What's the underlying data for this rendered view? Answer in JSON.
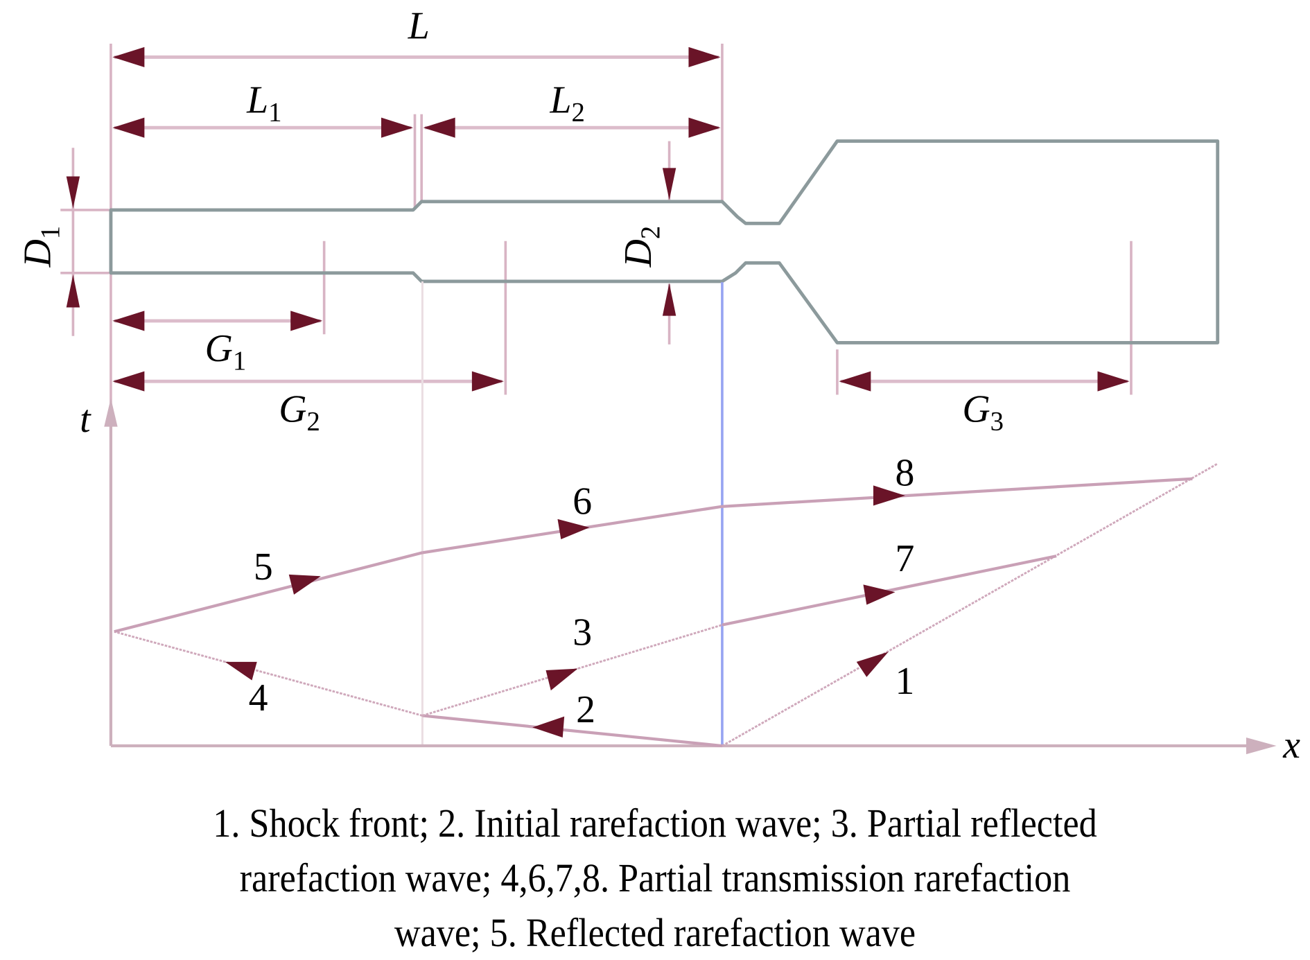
{
  "figure": {
    "dimension_labels": {
      "L": {
        "main": "L",
        "sub": ""
      },
      "L1": {
        "main": "L",
        "sub": "1"
      },
      "L2": {
        "main": "L",
        "sub": "2"
      },
      "D1": {
        "main": "D",
        "sub": "1"
      },
      "D2": {
        "main": "D",
        "sub": "2"
      },
      "G1": {
        "main": "G",
        "sub": "1"
      },
      "G2": {
        "main": "G",
        "sub": "2"
      },
      "G3": {
        "main": "G",
        "sub": "3"
      }
    },
    "axes": {
      "t_label": "t",
      "x_label": "x"
    },
    "waves": [
      {
        "id": "1",
        "label": "1",
        "name": "Shock front",
        "direction": "right"
      },
      {
        "id": "2",
        "label": "2",
        "name": "Initial rarefaction wave",
        "direction": "left"
      },
      {
        "id": "3",
        "label": "3",
        "name": "Partial reflected rarefaction wave",
        "direction": "right"
      },
      {
        "id": "4",
        "label": "4",
        "name": "Partial transmission rarefaction wave",
        "direction": "left"
      },
      {
        "id": "5",
        "label": "5",
        "name": "Reflected rarefaction wave",
        "direction": "right"
      },
      {
        "id": "6",
        "label": "6",
        "name": "Partial transmission rarefaction wave",
        "direction": "right"
      },
      {
        "id": "7",
        "label": "7",
        "name": "Partial transmission rarefaction wave",
        "direction": "right"
      },
      {
        "id": "8",
        "label": "8",
        "name": "Partial transmission rarefaction wave",
        "direction": "right"
      }
    ],
    "colors": {
      "dimension_line": "#dcbccb",
      "arrowhead": "#6a1428",
      "tube_wall": "#8c9a9c",
      "wave_line": "#c9a0b6",
      "interface_line": "#97a4f2"
    }
  },
  "caption": {
    "lines": [
      "1. Shock front; 2. Initial rarefaction wave; 3. Partial reflected",
      "rarefaction wave; 4,6,7,8. Partial transmission rarefaction",
      "wave; 5. Reflected rarefaction wave"
    ]
  }
}
